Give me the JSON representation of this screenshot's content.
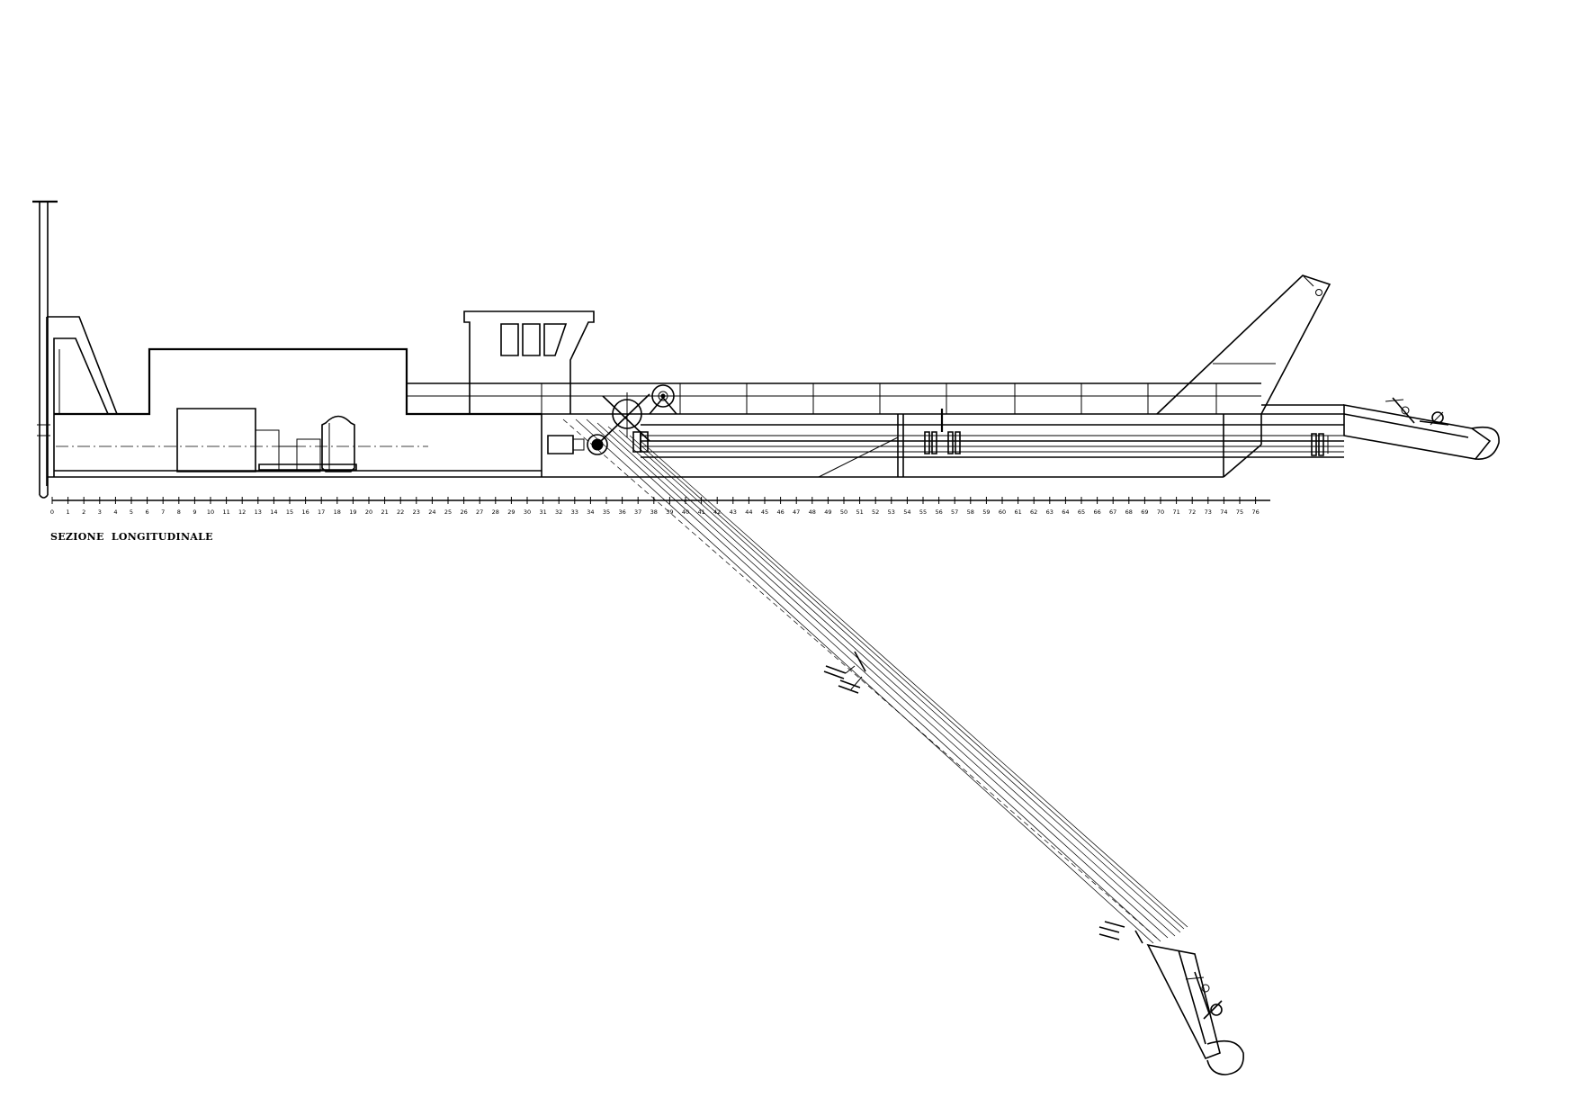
{
  "drawing": {
    "section_title": "SEZIONE  LONGITUDINALE",
    "frame_scale": {
      "first": 0,
      "last": 76,
      "labels": [
        "0",
        "1",
        "2",
        "3",
        "4",
        "5",
        "6",
        "7",
        "8",
        "9",
        "10",
        "11",
        "12",
        "13",
        "14",
        "15",
        "16",
        "17",
        "18",
        "19",
        "20",
        "21",
        "22",
        "23",
        "24",
        "25",
        "26",
        "27",
        "28",
        "29",
        "30",
        "31",
        "32",
        "33",
        "34",
        "35",
        "36",
        "37",
        "38",
        "39",
        "40",
        "41",
        "42",
        "43",
        "44",
        "45",
        "46",
        "47",
        "48",
        "49",
        "50",
        "51",
        "52",
        "53",
        "54",
        "55",
        "56",
        "57",
        "58",
        "59",
        "60",
        "61",
        "62",
        "63",
        "64",
        "65",
        "66",
        "67",
        "68",
        "69",
        "70",
        "71",
        "72",
        "73",
        "74",
        "75",
        "76"
      ]
    },
    "line_color": "#000000",
    "background_color": "#ffffff"
  }
}
